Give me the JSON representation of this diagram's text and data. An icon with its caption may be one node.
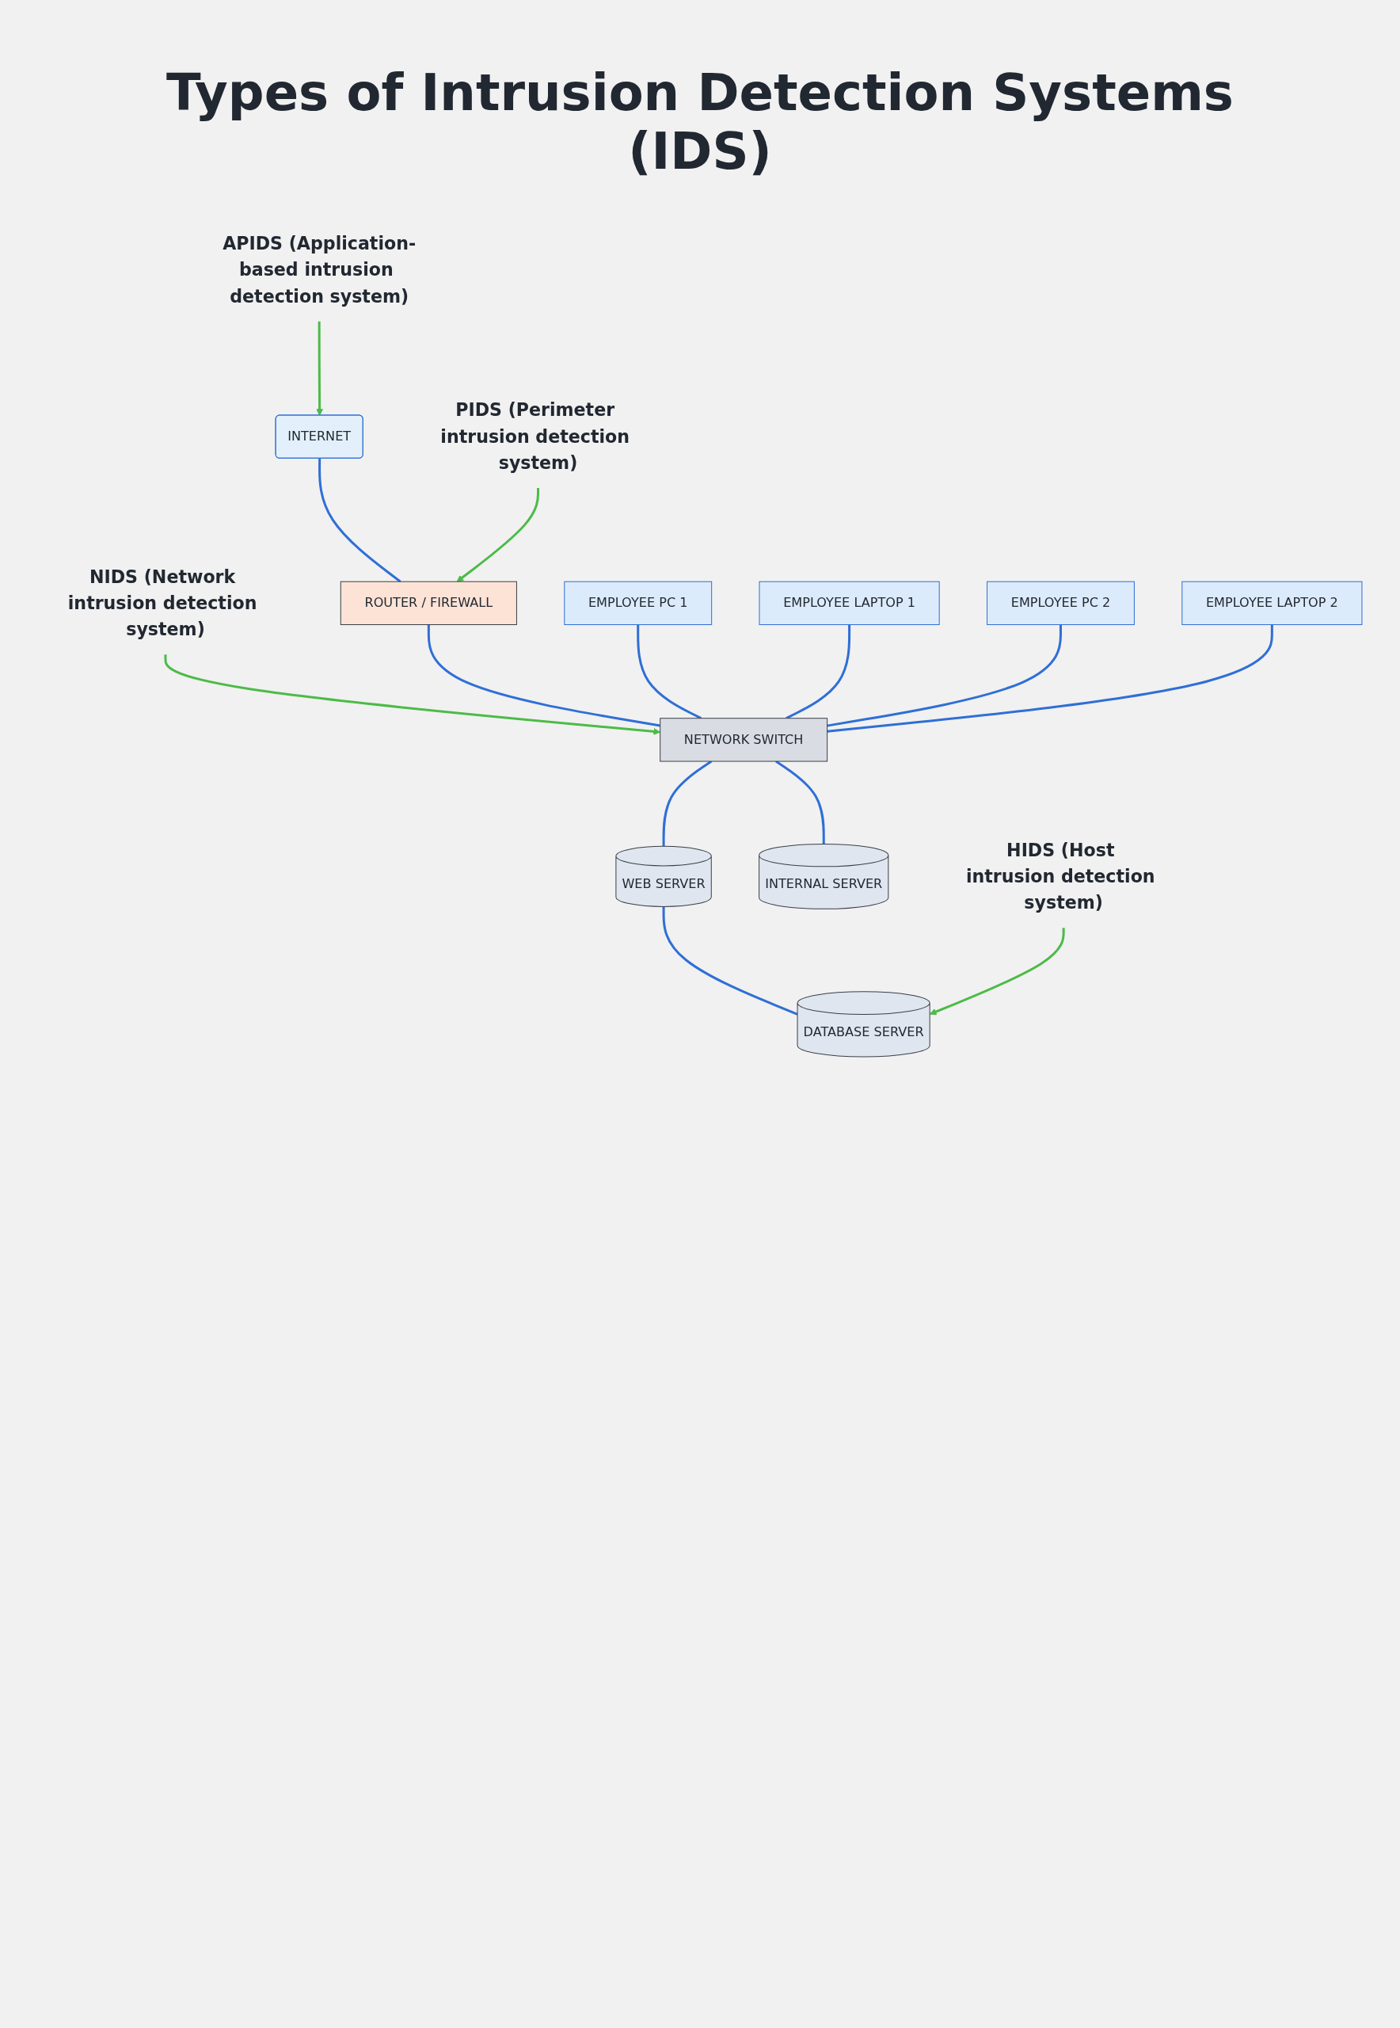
{
  "diagram": {
    "title": "Types of Intrusion Detection Systems (IDS)",
    "nodes": [
      {
        "text": [
          "NIDS (Network intrusion detection system)"
        ]
      },
      {
        "text": [
          "APIDS (Application-based intrusion detection system)"
        ]
      },
      {
        "text": [
          "INTERNET"
        ]
      },
      {
        "text": [
          "ROUTER / FIREWALL"
        ]
      },
      {
        "text": [
          "EMPLOYEE PC 1"
        ]
      },
      {
        "text": [
          "EMPLOYEE LAPTOP 1"
        ]
      },
      {
        "text": [
          "NETWORK SWITCH"
        ]
      },
      {
        "text": [
          "WEB SERVER"
        ]
      },
      {
        "text": [
          "EMPLOYEE PC 2"
        ]
      },
      {
        "text": [
          "EMPLOYEE LAPTOP 2"
        ]
      },
      {
        "text": [
          "INTERNAL SERVER"
        ]
      },
      {
        "text": [
          "DATABASE SERVER"
        ]
      },
      {
        "text": [
          "HIDS (Host intrusion detection system)"
        ]
      },
      {
        "text": [
          "PIDS (Perimeter intrusion detection system)"
        ]
      }
    ],
    "edges": [
      {
        "from": 0,
        "to": 6,
        "arrow": "to",
        "color": "#4cbb47"
      },
      {
        "from": 1,
        "to": 2,
        "arrow": "to",
        "color": "#4cbb47"
      },
      {
        "from": 2,
        "to": 3,
        "arrow": "none"
      },
      {
        "from": 3,
        "to": 6,
        "arrow": "none"
      },
      {
        "from": 4,
        "to": 6,
        "arrow": "none"
      },
      {
        "from": 5,
        "to": 6,
        "arrow": "none"
      },
      {
        "from": 8,
        "to": 6,
        "arrow": "none"
      },
      {
        "from": 9,
        "to": 6,
        "arrow": "none"
      },
      {
        "from": 6,
        "to": 7,
        "arrow": "none"
      },
      {
        "from": 6,
        "to": 10,
        "arrow": "none"
      },
      {
        "from": 7,
        "to": 11,
        "arrow": "none"
      },
      {
        "from": 12,
        "to": 11,
        "arrow": "to",
        "color": "#4cbb47"
      },
      {
        "from": 13,
        "to": 3,
        "arrow": "to",
        "color": "#4cbb47"
      }
    ]
  }
}
